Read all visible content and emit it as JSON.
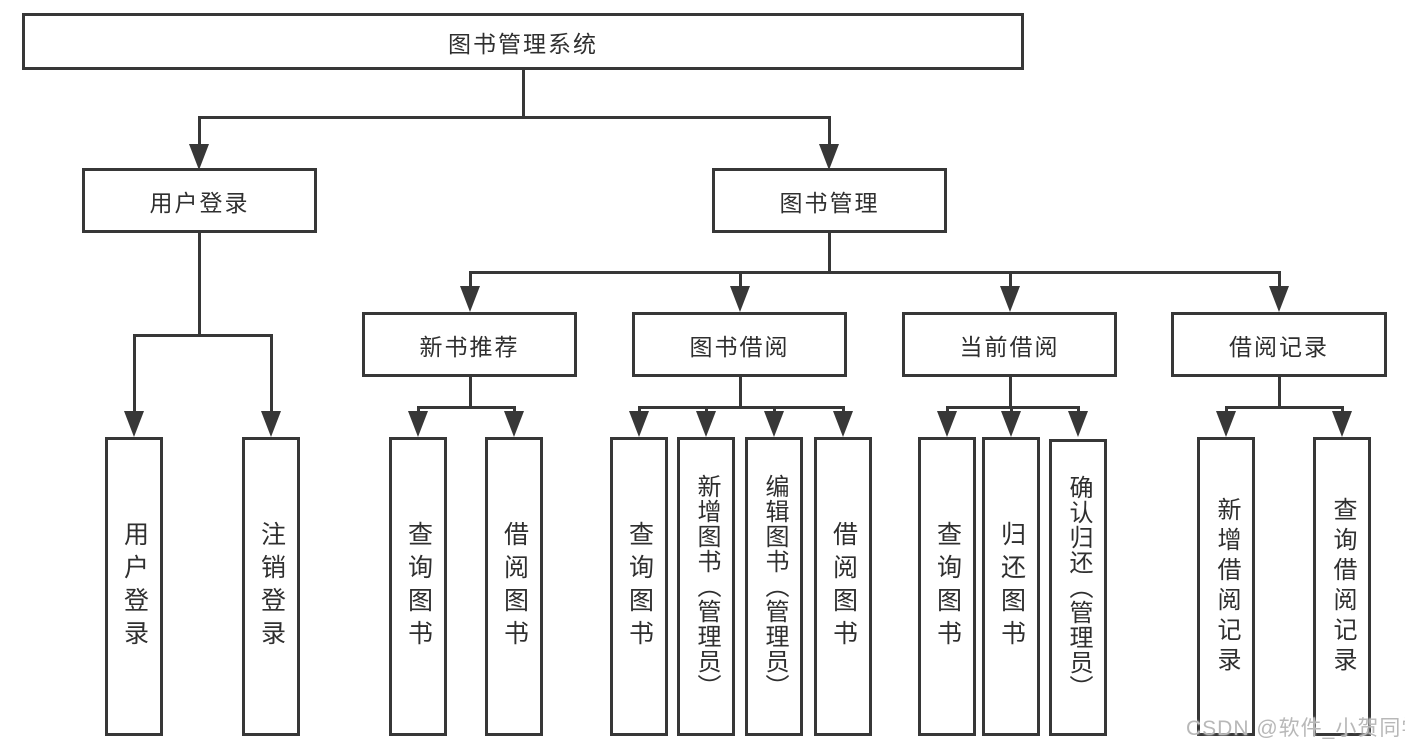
{
  "diagram": {
    "title": "图书管理系统",
    "level2": {
      "user_login": "用户登录",
      "book_mgmt": "图书管理"
    },
    "level3": {
      "new_books": "新书推荐",
      "book_borrow": "图书借阅",
      "current_borrow": "当前借阅",
      "borrow_records": "借阅记录"
    },
    "leaves": {
      "user_login": [
        "用户登录",
        "注销登录"
      ],
      "new_books": [
        "查询图书",
        "借阅图书"
      ],
      "book_borrow": [
        "查询图书",
        "新增图书（管理员）",
        "编辑图书（管理员）",
        "借阅图书"
      ],
      "current_borrow": [
        "查询图书",
        "归还图书",
        "确认归还（管理员）"
      ],
      "borrow_records": [
        "新增借阅记录",
        "查询借阅记录"
      ]
    }
  },
  "watermark": "CSDN @软件_小贺同学",
  "colors": {
    "line": "#373737",
    "text": "#2f2f2f",
    "watermark": "#b8b8b8",
    "background": "#ffffff"
  }
}
